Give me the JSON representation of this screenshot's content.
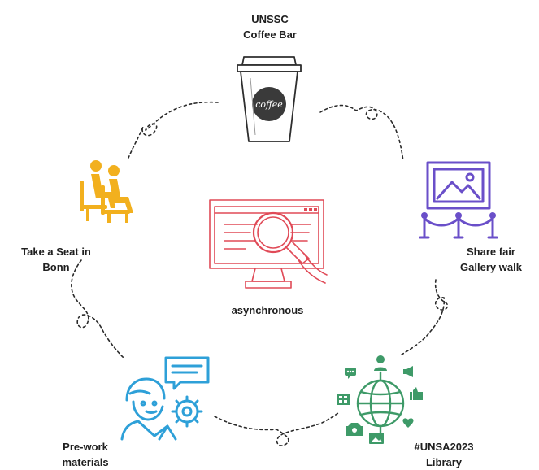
{
  "center": {
    "label": "asynchronous",
    "icon": "magnifier-monitor-icon",
    "color": "#e04a57"
  },
  "stations": [
    {
      "id": "coffee-bar",
      "lines": [
        "UNSSC",
        "Coffee Bar"
      ],
      "icon": "coffee-cup-icon",
      "color": "#3a3a3a",
      "cup_text": "coffee"
    },
    {
      "id": "take-a-seat",
      "lines": [
        "Take a Seat in",
        "Bonn"
      ],
      "icon": "chairs-icon",
      "color": "#f2b01e"
    },
    {
      "id": "gallery-walk",
      "lines": [
        "Share fair",
        "Gallery walk"
      ],
      "icon": "gallery-frame-icon",
      "color": "#6a4fc9"
    },
    {
      "id": "pre-work",
      "lines": [
        "Pre-work",
        "materials"
      ],
      "icon": "person-chat-gear-icon",
      "color": "#2ea0d8"
    },
    {
      "id": "library",
      "lines": [
        "#UNSA2023",
        "Library"
      ],
      "icon": "globe-network-icon",
      "color": "#3e9a68"
    }
  ],
  "connector": {
    "style": "dashed-loop",
    "color": "#2a2a2a"
  }
}
